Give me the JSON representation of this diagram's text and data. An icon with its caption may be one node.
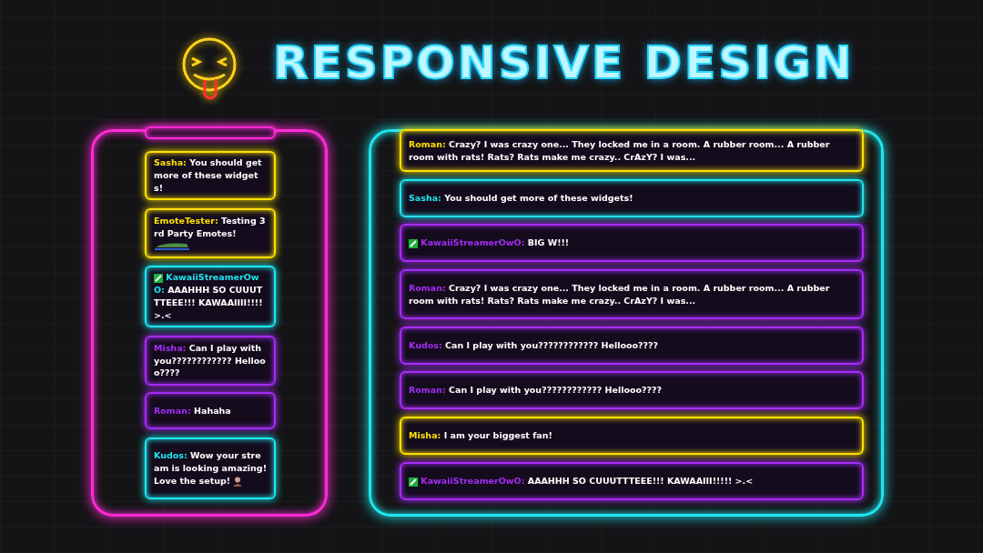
{
  "diagram": {
    "title": "RESPONSIVE DESIGN",
    "nodes": [
      {
        "text": [],
        "shape": "box"
      },
      {
        "text": [],
        "shape": "box",
        "in": 0
      },
      {
        "text": [
          "Sasha:",
          "You should get more of these widgets!"
        ],
        "in": 0
      },
      {
        "text": [
          "EmoteTester:",
          "Testing 3rd Party Emotes!"
        ],
        "in": 0
      },
      {
        "text": [
          "KawaiiStreamerOwO:",
          "AAAHHH SO CUUUTTTEEE!!! KAWAAIIII!!!! >.<"
        ],
        "in": 0
      },
      {
        "text": [
          "Misha:",
          "Can I play with you???????????? Hellooo????"
        ],
        "in": 0
      },
      {
        "text": [
          "Roman:",
          "Hahaha"
        ],
        "in": 0
      },
      {
        "text": [
          "Kudos:",
          "Wow your stream is looking amazing! Love the setup!"
        ],
        "in": 0
      },
      {
        "text": [],
        "shape": "box"
      },
      {
        "text": [
          "Roman:",
          "Crazy? I was crazy one... They locked me in a room. A rubber room... A rubber room with rats! Rats? Rats make me crazy.. CrAzY? I was..."
        ],
        "in": 8
      },
      {
        "text": [
          "Sasha:",
          "You should get more of these widgets!"
        ],
        "in": 8
      },
      {
        "text": [
          "KawaiiStreamerOwO:",
          "BIG W!!!"
        ],
        "in": 8
      },
      {
        "text": [
          "Roman:",
          "Crazy? I was crazy one... They locked me in a room. A rubber room... A rubber room with rats! Rats? Rats make me crazy.. CrAzY? I was..."
        ],
        "in": 8
      },
      {
        "text": [
          "Kudos:",
          "Can I play with you???????????? Hellooo????"
        ],
        "in": 8
      },
      {
        "text": [
          "Roman:",
          "Can I play with you???????????? Hellooo????"
        ],
        "in": 8
      },
      {
        "text": [
          "Misha:",
          "I am your biggest fan!"
        ],
        "in": 8
      },
      {
        "text": [
          "KawaiiStreamerOwO:",
          "AAAHHH SO CUUUTTTEEE!!! KAWAAIII!!!!! >.<"
        ],
        "in": 8
      }
    ]
  }
}
